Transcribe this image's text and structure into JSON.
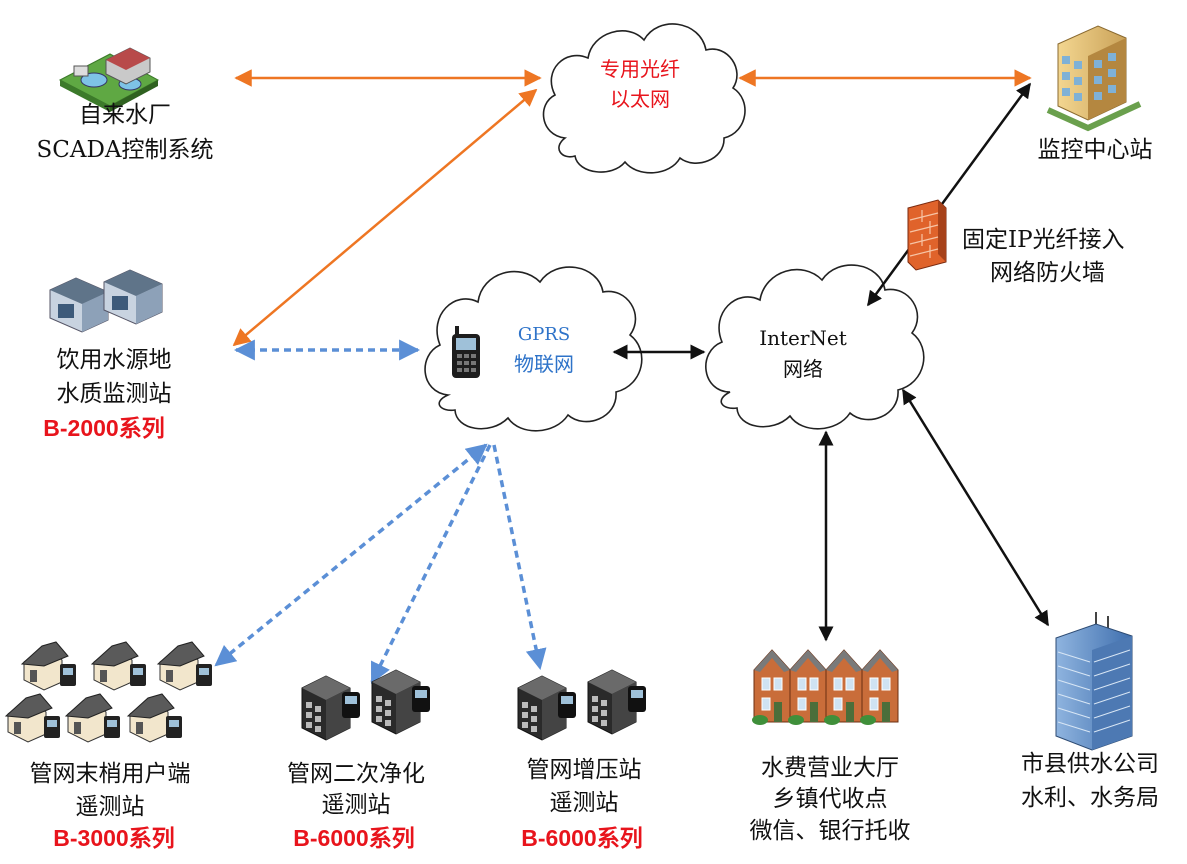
{
  "colors": {
    "fiber": "#ee7623",
    "gprs": "#5b8fd6",
    "internet": "#111111",
    "series": "#e8141c",
    "fiber_label": "#e8141c",
    "gprs_label": "#2e73c9"
  },
  "clouds": {
    "fiber": {
      "line1": "专用光纤",
      "line2": "以太网"
    },
    "gprs": {
      "line1": "GPRS",
      "line2": "物联网"
    },
    "internet": {
      "line1": "InterNet",
      "line2": "网络"
    }
  },
  "nodes": {
    "waterworks": {
      "line1": "自来水厂",
      "line2": "SCADA控制系统",
      "icon": "water-plant-icon"
    },
    "monitor_center": {
      "line1": "监控中心站",
      "icon": "office-building-icon"
    },
    "firewall": {
      "line1": "固定IP光纤接入",
      "line2": "网络防火墙",
      "icon": "firewall-icon"
    },
    "source_station": {
      "line1": "饮用水源地",
      "line2": "水质监测站",
      "series": "B-2000系列",
      "icon": "monitoring-station-icon"
    },
    "end_user": {
      "line1": "管网末梢用户端",
      "line2": "遥测站",
      "series": "B-3000系列",
      "icon": "house-meter-icon"
    },
    "purification": {
      "line1": "管网二次净化",
      "line2": "遥测站",
      "series": "B-6000系列",
      "icon": "station-meter-icon"
    },
    "booster": {
      "line1": "管网增压站",
      "line2": "遥测站",
      "series": "B-6000系列",
      "icon": "station-meter-icon"
    },
    "billing_hall": {
      "line1": "水费营业大厅",
      "line2": "乡镇代收点",
      "line3": "微信、银行托收",
      "icon": "townhouse-icon"
    },
    "water_company": {
      "line1": "市县供水公司",
      "line2": "水利、水务局",
      "icon": "skyscraper-icon"
    }
  }
}
